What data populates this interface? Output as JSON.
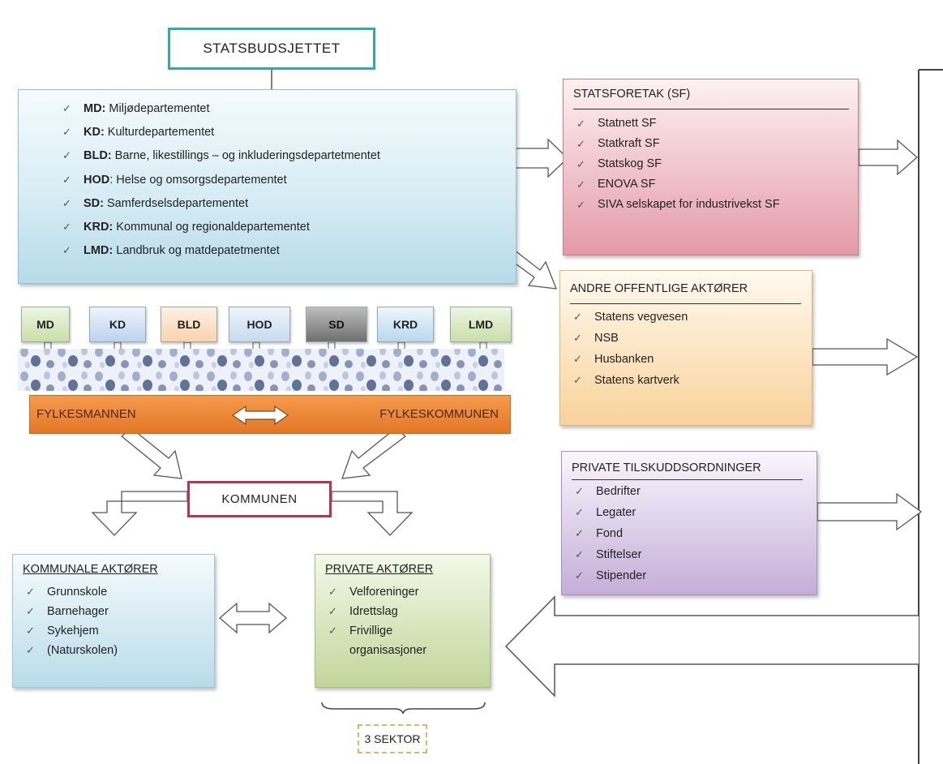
{
  "top": {
    "title": "STATSBUDSJETTET"
  },
  "departments": [
    {
      "abbr": "MD:",
      "name": " Miljødepartementet"
    },
    {
      "abbr": "KD:",
      "name": " Kulturdepartementet"
    },
    {
      "abbr": "BLD:",
      "name": " Barne, likestillings – og inkluderingsdepartetmentet"
    },
    {
      "abbr": "HOD",
      "name": ": Helse og omsorgsdepartementet"
    },
    {
      "abbr": "SD:",
      "name": " Samferdselsdepartementet"
    },
    {
      "abbr": "KRD:",
      "name": " Kommunal og regionaldepartementet"
    },
    {
      "abbr": "LMD:",
      "name": " Landbruk og matdepatetmentet"
    }
  ],
  "dept_boxes": [
    {
      "label": "MD",
      "color": "#c9dfa6"
    },
    {
      "label": "KD",
      "color": "#bcd3ef"
    },
    {
      "label": "BLD",
      "color": "#fad3ad"
    },
    {
      "label": "HOD",
      "color": "#c8d9f0"
    },
    {
      "label": "SD",
      "color": "#6f6f6f"
    },
    {
      "label": "KRD",
      "color": "#b8d8ee"
    },
    {
      "label": "LMD",
      "color": "#c8dfa8"
    }
  ],
  "regional": {
    "left": "FYLKESMANNEN",
    "right": "FYLKESKOMMUNEN"
  },
  "kommunen": "KOMMUNEN",
  "kommunale": {
    "title": "KOMMUNALE AKTØRER",
    "items": [
      "Grunnskole",
      "Barnehager",
      "Sykehjem",
      "(Naturskolen)"
    ]
  },
  "private": {
    "title": "PRIVATE AKTØRER",
    "items": [
      "Velforeninger",
      "Idrettslag",
      "Frivillige organisasjoner"
    ]
  },
  "sektor": "3 SEKTOR",
  "statsforetak": {
    "title": "STATSFORETAK (SF)",
    "items": [
      "Statnett SF",
      "Statkraft SF",
      "Statskog SF",
      "ENOVA SF",
      "SIVA selskapet for industrivekst SF"
    ]
  },
  "andre": {
    "title": "ANDRE OFFENTLIGE AKTØRER",
    "items": [
      "Statens vegvesen",
      "NSB",
      "Husbanken",
      "Statens kartverk"
    ]
  },
  "privtils": {
    "title": "PRIVATE TILSKUDDSORDNINGER",
    "items": [
      "Bedrifter",
      "Legater",
      "Fond",
      "Stiftelser",
      "Stipender"
    ]
  }
}
